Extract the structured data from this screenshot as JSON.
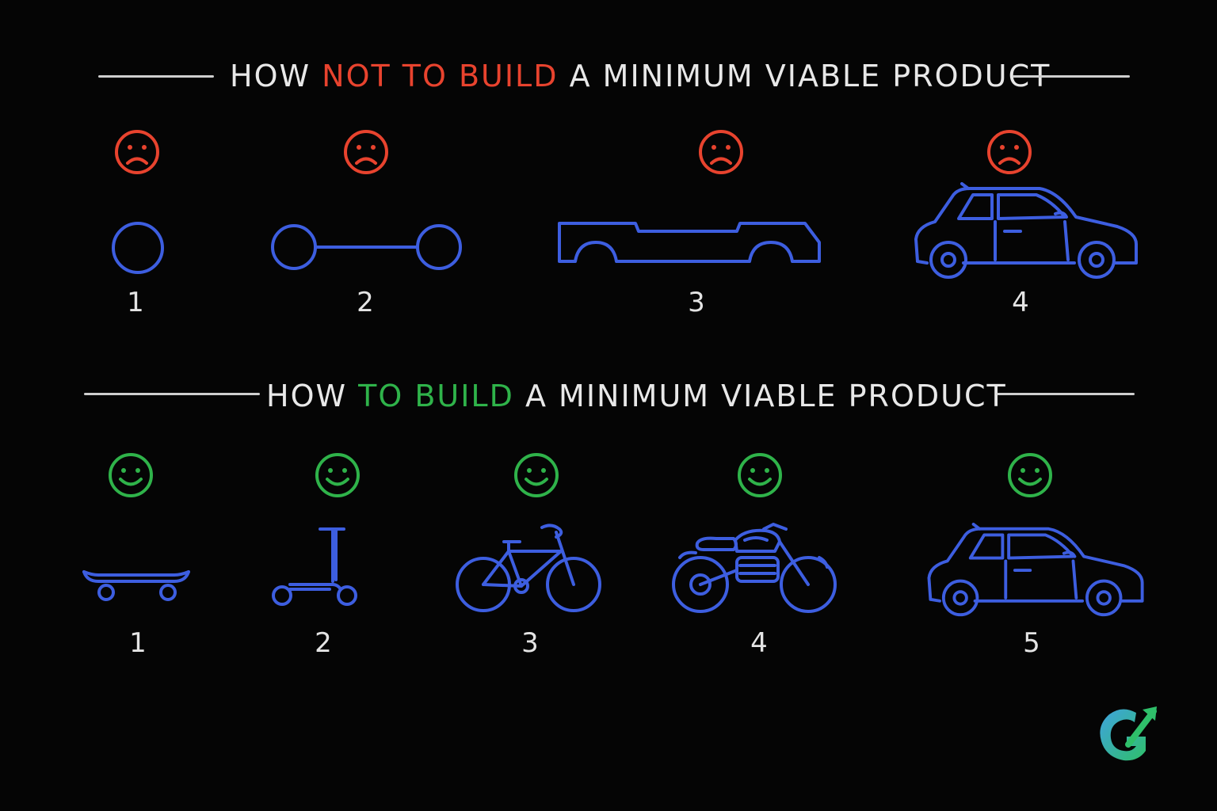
{
  "top_section": {
    "title_start": "HOW ",
    "title_highlight": "NOT TO BUILD",
    "title_end": " A MINIMUM VIABLE PRODUCT",
    "highlight_color": "#e8432e",
    "face": "sad-face-icon",
    "stages": [
      {
        "number": "1",
        "icon": "wheel-icon"
      },
      {
        "number": "2",
        "icon": "axle-icon"
      },
      {
        "number": "3",
        "icon": "car-chassis-icon"
      },
      {
        "number": "4",
        "icon": "car-icon"
      }
    ]
  },
  "bottom_section": {
    "title_start": "HOW ",
    "title_highlight": "TO BUILD",
    "title_end": " A MINIMUM VIABLE PRODUCT",
    "highlight_color": "#2fb34a",
    "face": "happy-face-icon",
    "stages": [
      {
        "number": "1",
        "icon": "skateboard-icon"
      },
      {
        "number": "2",
        "icon": "scooter-icon"
      },
      {
        "number": "3",
        "icon": "bicycle-icon"
      },
      {
        "number": "4",
        "icon": "motorcycle-icon"
      },
      {
        "number": "5",
        "icon": "car-icon"
      }
    ]
  },
  "colors": {
    "vehicle_stroke": "#3d5ee0",
    "sad": "#e8432e",
    "happy": "#2fb34a",
    "text": "#e8e8e8"
  },
  "logo": "brand-logo-icon"
}
